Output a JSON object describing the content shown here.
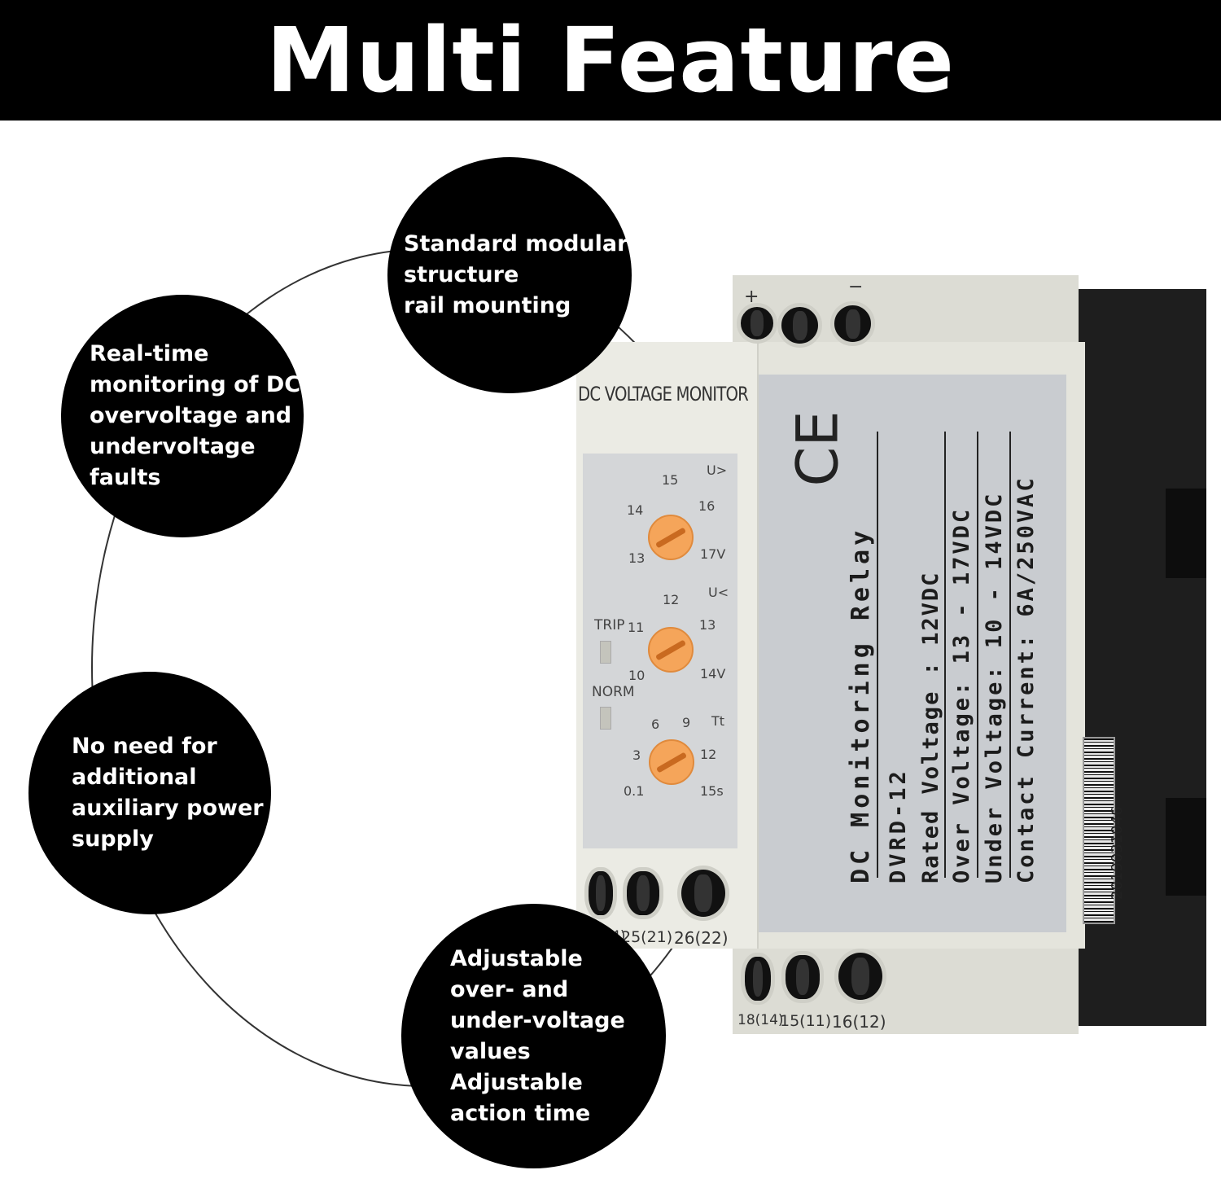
{
  "banner": {
    "title": "Multi Feature"
  },
  "features": [
    {
      "text": "Standard modular\nstructure\nrail mounting"
    },
    {
      "text": "Real-time\nmonitoring of DC\novervoltage and\nundervoltage\nfaults"
    },
    {
      "text": "No need for\nadditional\nauxiliary power\nsupply"
    },
    {
      "text": "Adjustable\nover- and\nunder-voltage\nvalues\nAdjustable\naction time"
    }
  ],
  "device": {
    "front_title": "DC VOLTAGE MONITOR",
    "top_terminals": {
      "plus": "+",
      "minus": "−"
    },
    "dial_over": {
      "label": "U>",
      "ticks": [
        "15",
        "14",
        "16",
        "13",
        "17V"
      ]
    },
    "dial_under": {
      "label": "U<",
      "ticks": [
        "12",
        "11",
        "13",
        "10",
        "14V"
      ]
    },
    "dial_time": {
      "label": "Tt",
      "ticks": [
        "6",
        "9",
        "3",
        "12",
        "0.1",
        "15s"
      ]
    },
    "leds": {
      "trip": "TRIP",
      "norm": "NORM"
    },
    "front_terminals": [
      "28(24)",
      "25(21)",
      "26(22)"
    ],
    "bottom_terminals": [
      "18(14)",
      "15(11)",
      "16(12)"
    ],
    "ce_mark": "CE",
    "specs": [
      "DC Monitoring Relay",
      "DVRD-12",
      "Rated Voltage : 12VDC",
      "Over Voltage: 13 - 17VDC",
      "Under Voltage: 10 - 14VDC",
      "Contact Current: 6A/250VAC"
    ],
    "barcode_number": "2019031046"
  }
}
